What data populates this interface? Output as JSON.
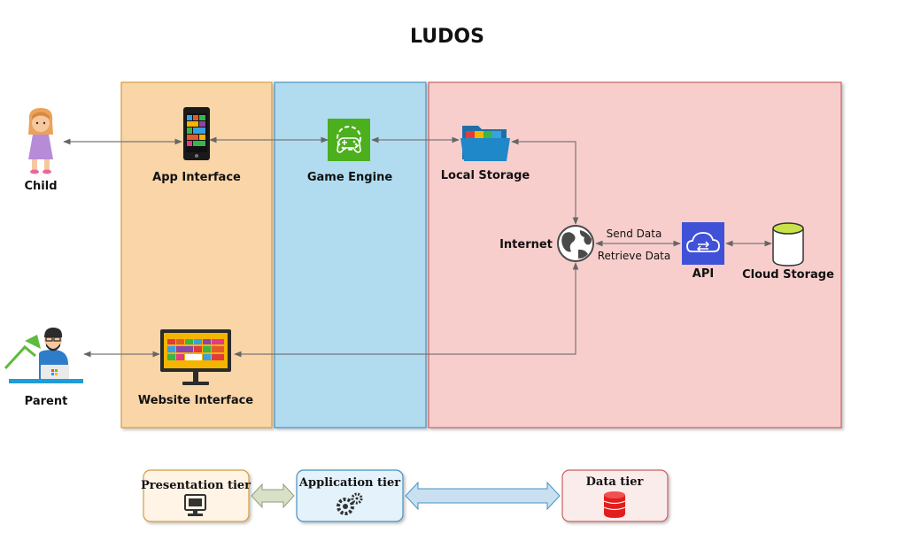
{
  "title": "LUDOS",
  "actors": {
    "child": "Child",
    "parent": "Parent"
  },
  "nodes": {
    "app_interface": "App Interface",
    "game_engine": "Game Engine",
    "local_storage": "Local Storage",
    "internet": "Internet",
    "api": "API",
    "cloud_storage": "Cloud Storage",
    "website_interface": "Website Interface"
  },
  "edges": {
    "send_data": "Send Data",
    "retrieve_data": "Retrieve Data"
  },
  "legend": {
    "presentation": "Presentation tier",
    "application": "Application tier",
    "data": "Data tier"
  },
  "colors": {
    "presentation_fill": "#f9d5a7",
    "application_fill": "#b1dcef",
    "data_fill": "#f8cecc",
    "api_blue": "#3f51d6",
    "game_engine_green": "#4caf1e",
    "folder_blue": "#1e88c8",
    "db_red": "#e21d1d"
  },
  "icons": [
    "child-icon",
    "parent-icon",
    "smartphone-icon",
    "game-engine-icon",
    "folder-icon",
    "globe-icon",
    "api-cloud-icon",
    "cylinder-icon",
    "monitor-icon",
    "gears-icon",
    "database-icon"
  ]
}
